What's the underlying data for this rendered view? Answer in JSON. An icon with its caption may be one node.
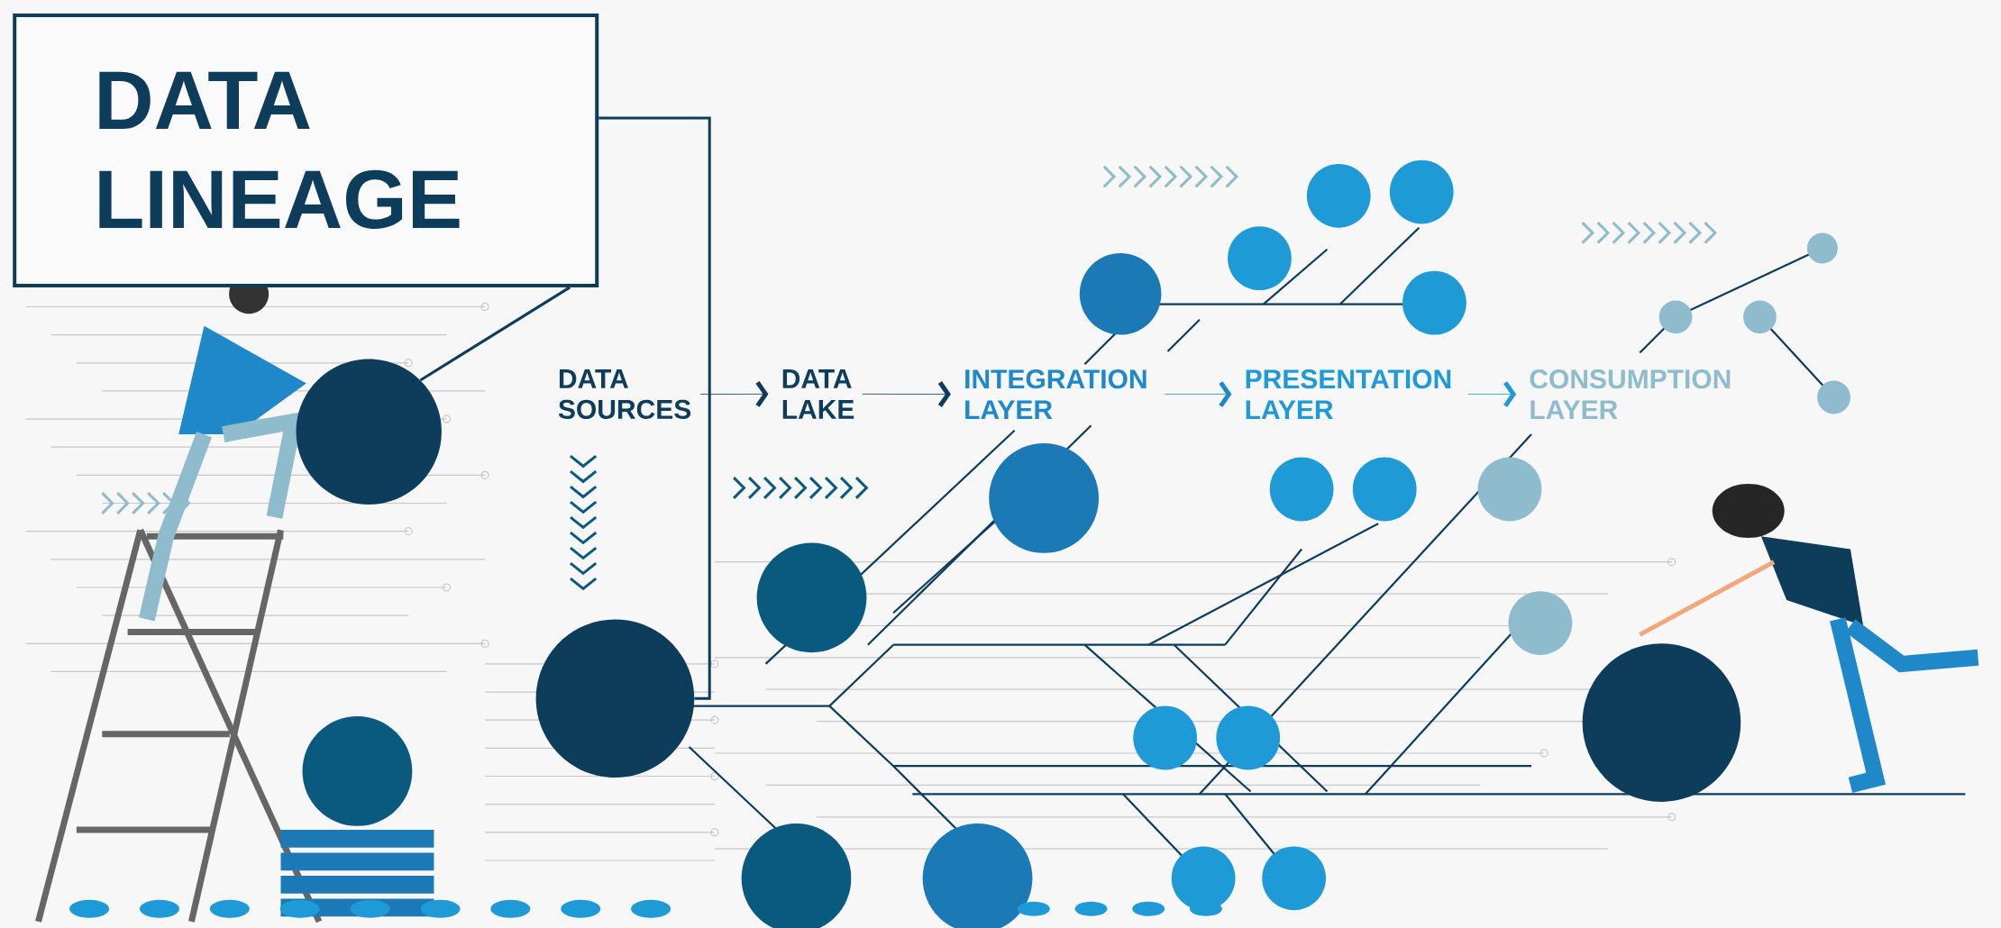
{
  "diagram": {
    "nodes": [
      {
        "text": [
          "DATA LINEAGE"
        ]
      },
      {
        "text": [
          "DATA SOURCES"
        ]
      },
      {
        "text": [
          "DATA LAKE"
        ]
      },
      {
        "text": [
          "INTEGRATION LAYER"
        ]
      },
      {
        "text": [
          "PRESENTATION LAYER"
        ]
      },
      {
        "text": [
          "CONSUMPTION LAYER"
        ]
      },
      {
        "text": [],
        "shape": "circle"
      },
      {
        "text": [],
        "shape": "circle"
      }
    ],
    "edges": [
      {
        "from": 1,
        "to": 2,
        "arrow": "to"
      },
      {
        "from": 2,
        "to": 3,
        "arrow": "to"
      },
      {
        "from": 3,
        "to": 4,
        "arrow": "to",
        "color": "#1e88c8"
      },
      {
        "from": 4,
        "to": 5,
        "arrow": "to",
        "color": "#1e9ad6"
      },
      {
        "from": 0,
        "to": 6,
        "arrow": "none"
      },
      {
        "from": 0,
        "to": 7,
        "arrow": "none"
      }
    ]
  }
}
